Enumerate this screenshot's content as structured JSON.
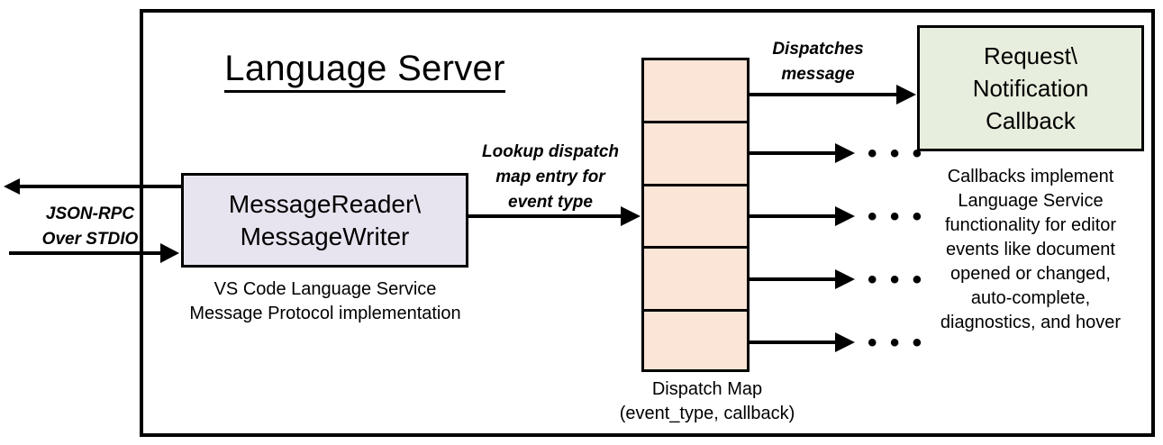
{
  "diagram": {
    "title": "Language Server",
    "frame_label": "Language Server"
  },
  "reader": {
    "line1": "MessageReader\\",
    "line2": "MessageWriter",
    "caption_line1": "VS Code Language Service",
    "caption_line2": "Message Protocol implementation",
    "fill_color": "#e8e4ef"
  },
  "transport": {
    "label_line1": "JSON-RPC",
    "label_line2": "Over STDIO"
  },
  "lookup": {
    "label_line1": "Lookup dispatch",
    "label_line2": "map entry for",
    "label_line3": "event type"
  },
  "dispatch": {
    "arrow_label_line1": "Dispatches",
    "arrow_label_line2": "message",
    "caption_line1": "Dispatch Map",
    "caption_line2": "(event_type, callback)",
    "fill_color": "#fbe5d6",
    "rows": [
      {
        "index": 1,
        "target": "callback-box"
      },
      {
        "index": 2,
        "target": "ellipsis"
      },
      {
        "index": 3,
        "target": "ellipsis"
      },
      {
        "index": 4,
        "target": "ellipsis"
      },
      {
        "index": 5,
        "target": "ellipsis"
      }
    ],
    "ellipsis_glyph": "• • •"
  },
  "callback": {
    "line1": "Request\\",
    "line2": "Notification",
    "line3": "Callback",
    "fill_color": "#e7eedd",
    "desc_line1": "Callbacks implement",
    "desc_line2": "Language Service",
    "desc_line3": "functionality for editor",
    "desc_line4": "events like document",
    "desc_line5": "opened or changed,",
    "desc_line6": "auto-complete,",
    "desc_line7": "diagnostics, and hover"
  }
}
